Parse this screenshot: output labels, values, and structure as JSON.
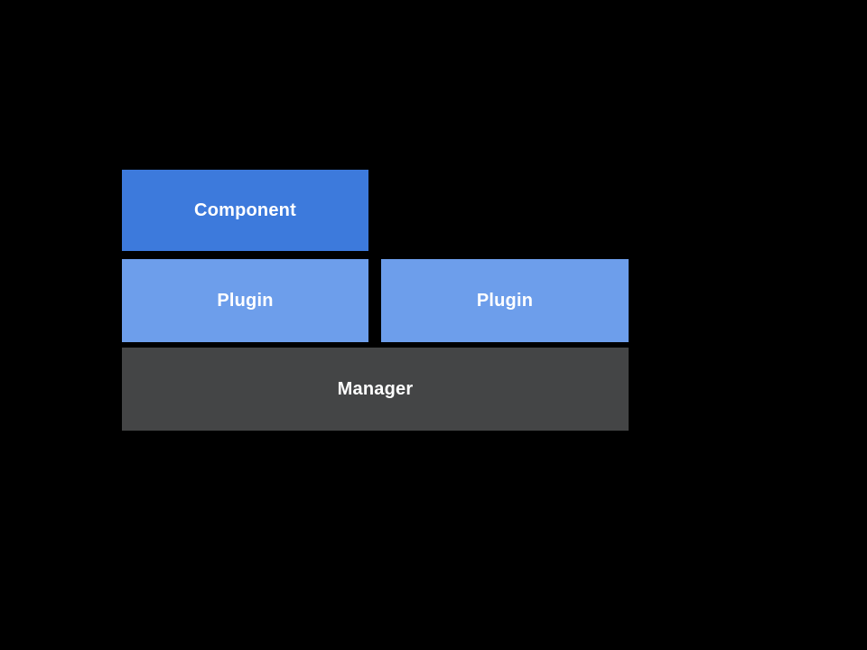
{
  "diagram": {
    "background_color": "#000000",
    "text_color": "#ffffff",
    "blocks": [
      {
        "id": "component",
        "label": "Component",
        "color": "#3d7adc"
      },
      {
        "id": "plugin-left",
        "label": "Plugin",
        "color": "#6d9eeb"
      },
      {
        "id": "plugin-right",
        "label": "Plugin",
        "color": "#6d9eeb"
      },
      {
        "id": "manager",
        "label": "Manager",
        "color": "#444546"
      }
    ]
  }
}
